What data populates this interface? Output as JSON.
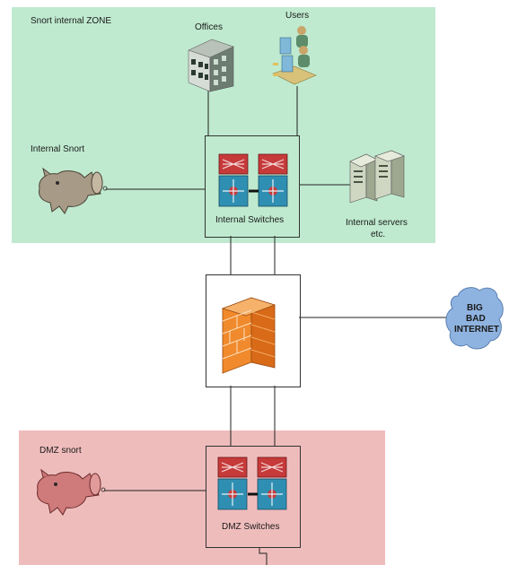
{
  "zones": {
    "internal": {
      "label": "Snort internal ZONE",
      "color": "#bfeacf"
    },
    "dmz": {
      "label": "DMZ snort",
      "color": "#efbcbc"
    }
  },
  "nodes": {
    "offices": "Offices",
    "users": "Users",
    "internal_snort": "Internal Snort",
    "internal_switches": "Internal Switches",
    "internal_servers_line1": "Internal servers",
    "internal_servers_line2": "etc.",
    "internet_line1": "BIG",
    "internet_line2": "BAD",
    "internet_line3": "INTERNET",
    "dmz_switches": "DMZ Switches"
  },
  "icons": [
    "building-icon",
    "users-icon",
    "pig-icon",
    "switch-icon",
    "server-icon",
    "firewall-icon",
    "cloud-icon"
  ],
  "colors": {
    "switch_red": "#c63a3a",
    "switch_blue": "#2f8fb3",
    "firewall": "#f08a2c",
    "cloud": "#8fb3e0",
    "line": "#222222"
  }
}
